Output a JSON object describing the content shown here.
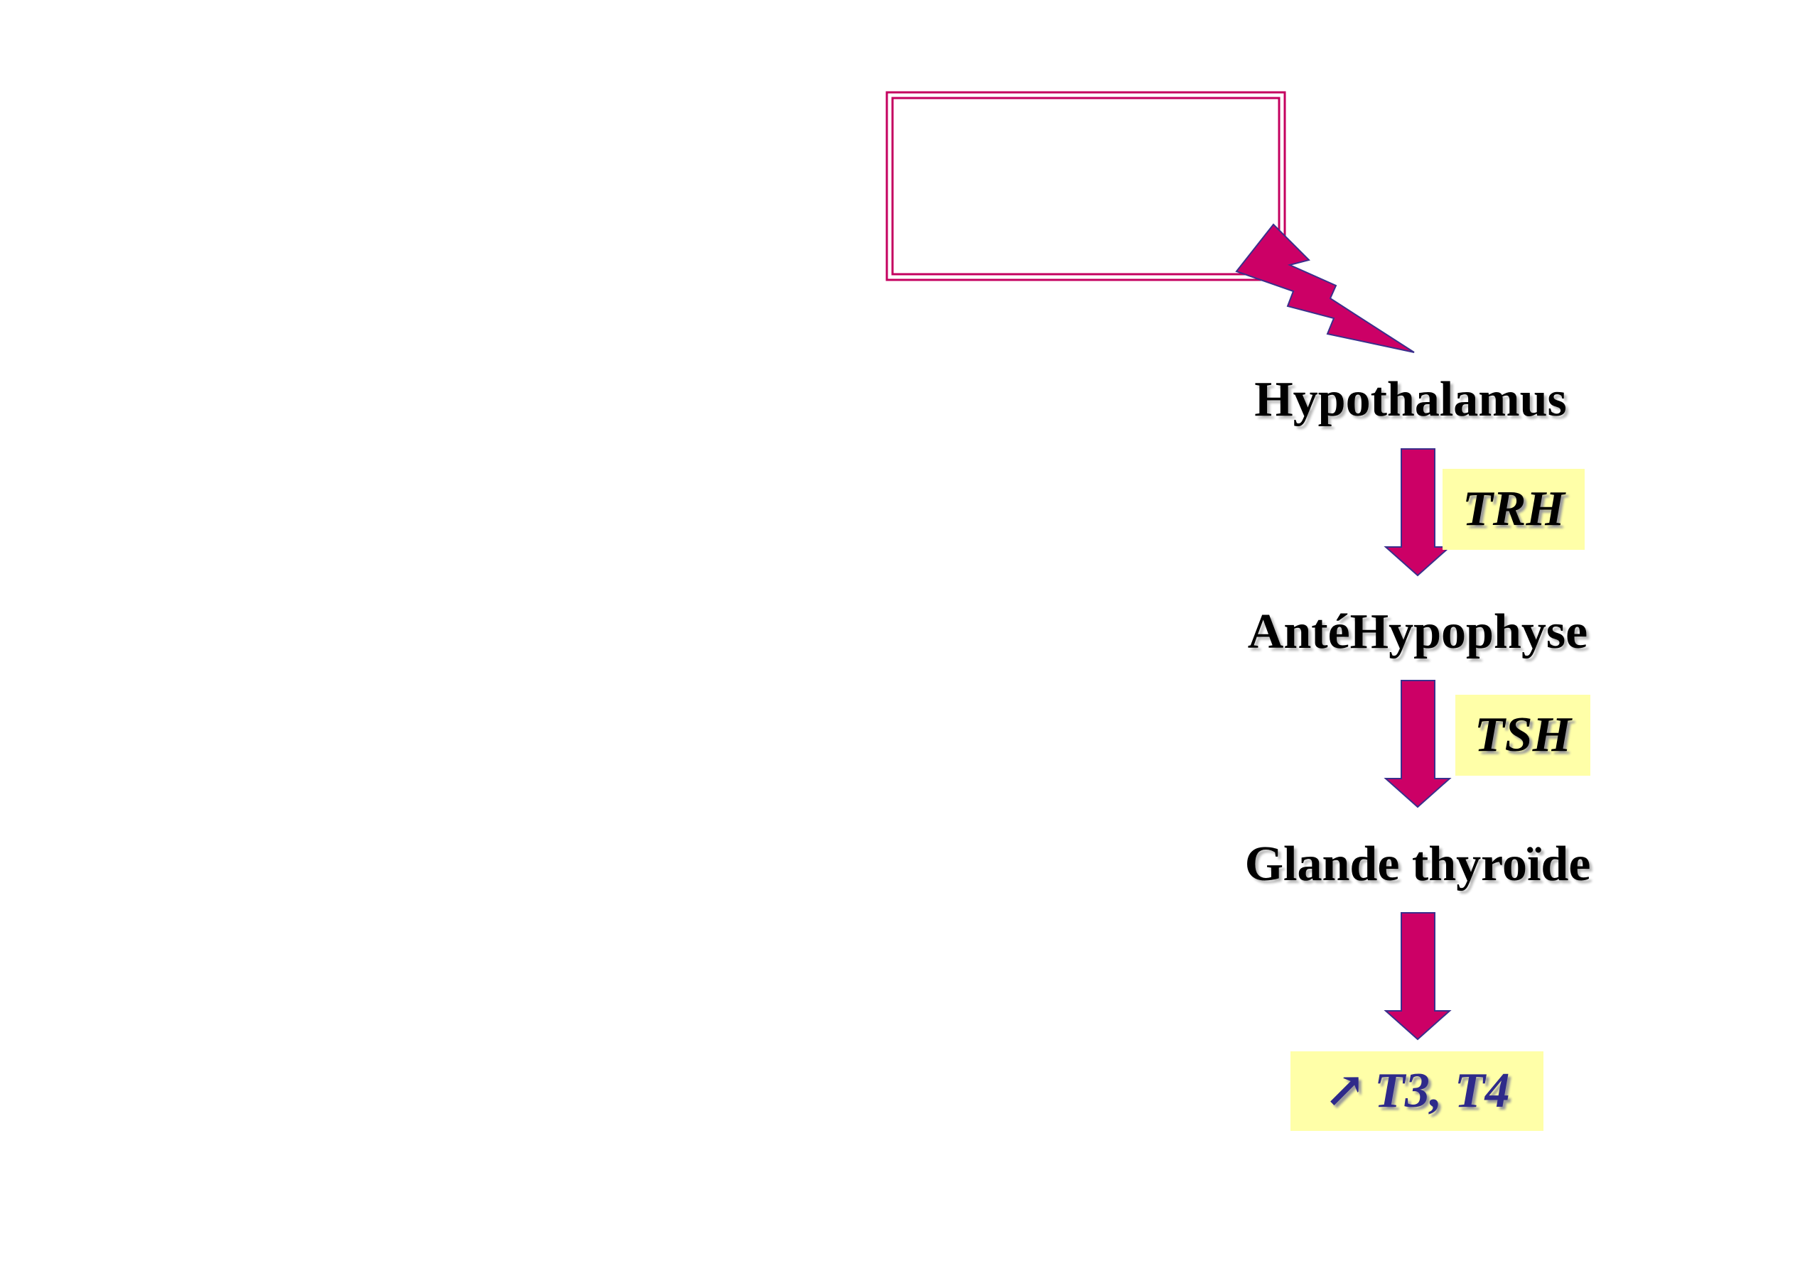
{
  "diagram": {
    "nodes": {
      "hypothalamus": "Hypothalamus",
      "anterior_pituitary": "AntéHypophyse",
      "thyroid": "Glande thyroïde"
    },
    "hormones": {
      "trh": "TRH",
      "tsh": "TSH",
      "output_arrow": "↗",
      "output": "T3, T4"
    },
    "callout_text": ""
  },
  "colors": {
    "arrow": "#cc0066",
    "arrow_outline": "#3a2f8c",
    "callout_border": "#c4005f",
    "hormone_bg": "#ffffa8",
    "hormone_text": "#000000",
    "output_text": "#2e2a8a"
  },
  "icons": {
    "lightning": "lightning-bolt-icon",
    "down_arrow": "down-arrow-icon",
    "up_right_arrow": "up-right-arrow-icon"
  }
}
